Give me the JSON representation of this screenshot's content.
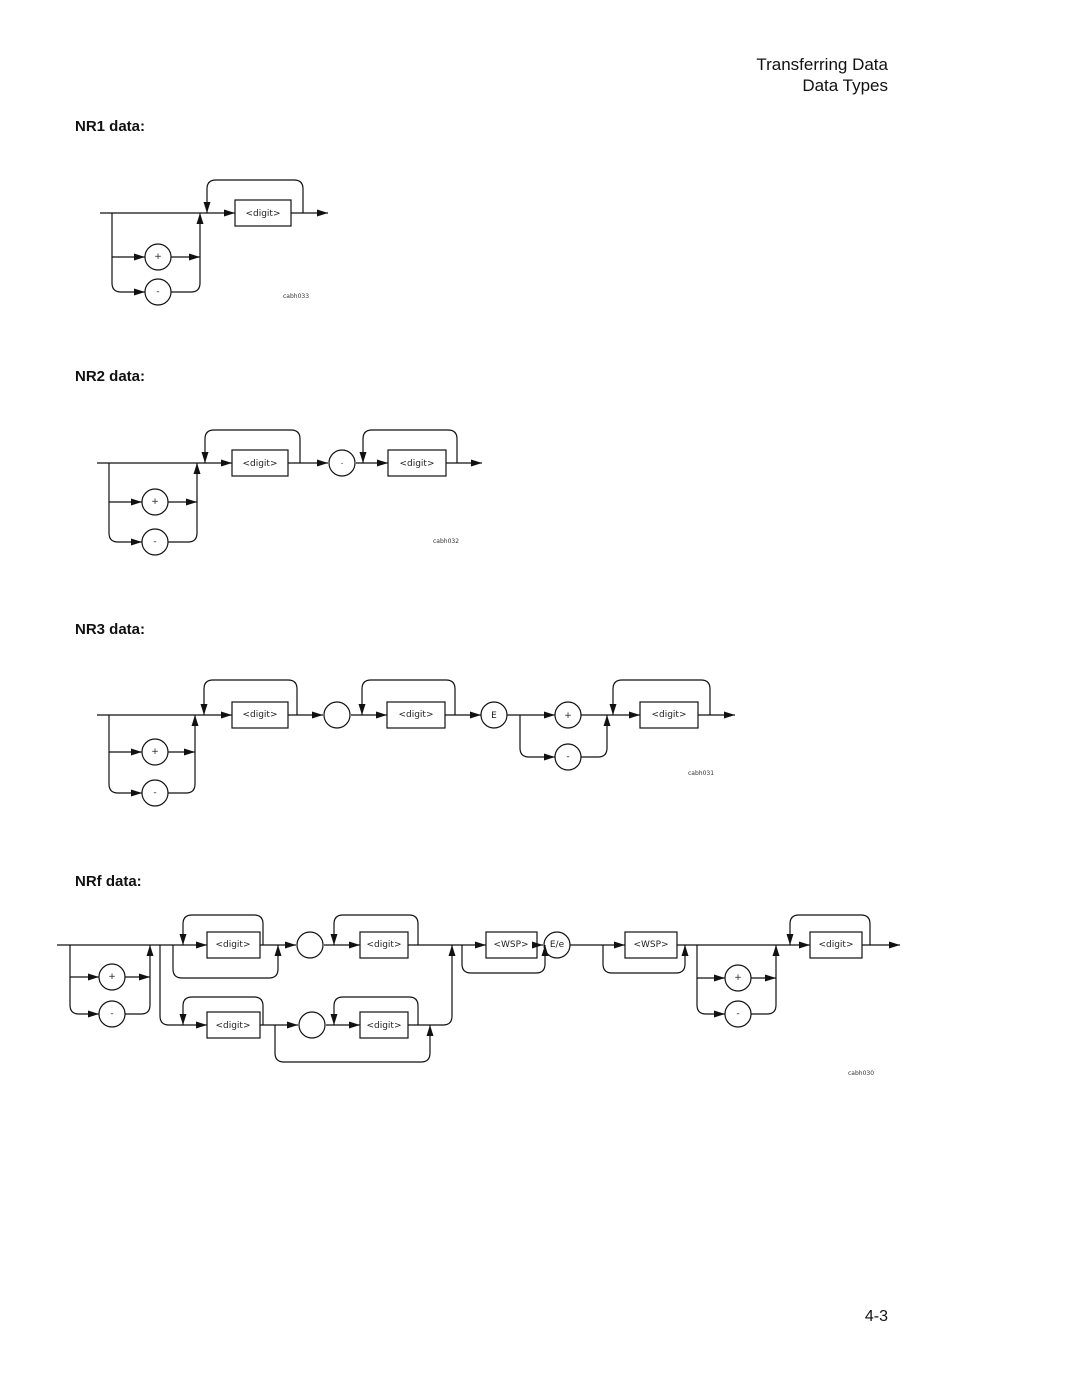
{
  "header": {
    "line1": "Transferring Data",
    "line2": "Data Types"
  },
  "sections": [
    {
      "title": "NR1 data:",
      "figure_id": "cabh033"
    },
    {
      "title": "NR2 data:",
      "figure_id": "cabh032"
    },
    {
      "title": "NR3 data:",
      "figure_id": "cabh031"
    },
    {
      "title": "NRf data:",
      "figure_id": "cabh030"
    }
  ],
  "tokens": {
    "digit": "<digit>",
    "wsp": "<WSP>",
    "plus": "+",
    "minus": "-",
    "point": ".",
    "e": "E",
    "ee": "E/e"
  },
  "page_number": "4-3"
}
